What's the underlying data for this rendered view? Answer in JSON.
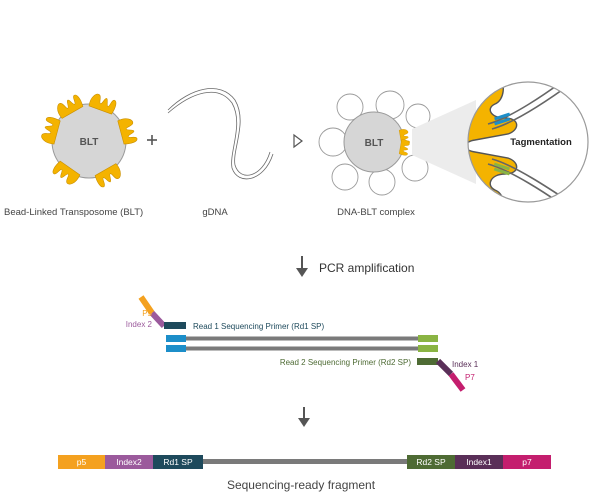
{
  "labels": {
    "blt_bead": "BLT",
    "blt_caption": "Bead-Linked Transposome (BLT)",
    "gdna_caption": "gDNA",
    "complex_bead": "BLT",
    "complex_caption": "DNA-BLT complex",
    "tagmentation": "Tagmentation",
    "pcr_step": "PCR amplification",
    "p5": "P5",
    "index2": "Index 2",
    "rd1_primer": "Read 1 Sequencing Primer (Rd1 SP)",
    "rd2_primer": "Read 2 Sequencing Primer (Rd2 SP)",
    "index1": "Index 1",
    "p7": "P7",
    "final_caption": "Sequencing-ready fragment"
  },
  "fragment_segments": [
    {
      "label": "p5",
      "color": "#f4a11f"
    },
    {
      "label": "Index2",
      "color": "#9b5a9c"
    },
    {
      "label": "Rd1 SP",
      "color": "#1e4a5c"
    },
    {
      "label": "",
      "color": "#7a7a7a"
    },
    {
      "label": "Rd2 SP",
      "color": "#4e6b34"
    },
    {
      "label": "Index1",
      "color": "#5a2f58"
    },
    {
      "label": "p7",
      "color": "#c41e6e"
    }
  ],
  "colors": {
    "transposome": "#f4b300",
    "bead": "#d6d6d6",
    "dna": "#7a7a7a",
    "rd1_blue": "#1c8ec9",
    "rd2_green": "#8ab443",
    "arrow": "#555555"
  }
}
